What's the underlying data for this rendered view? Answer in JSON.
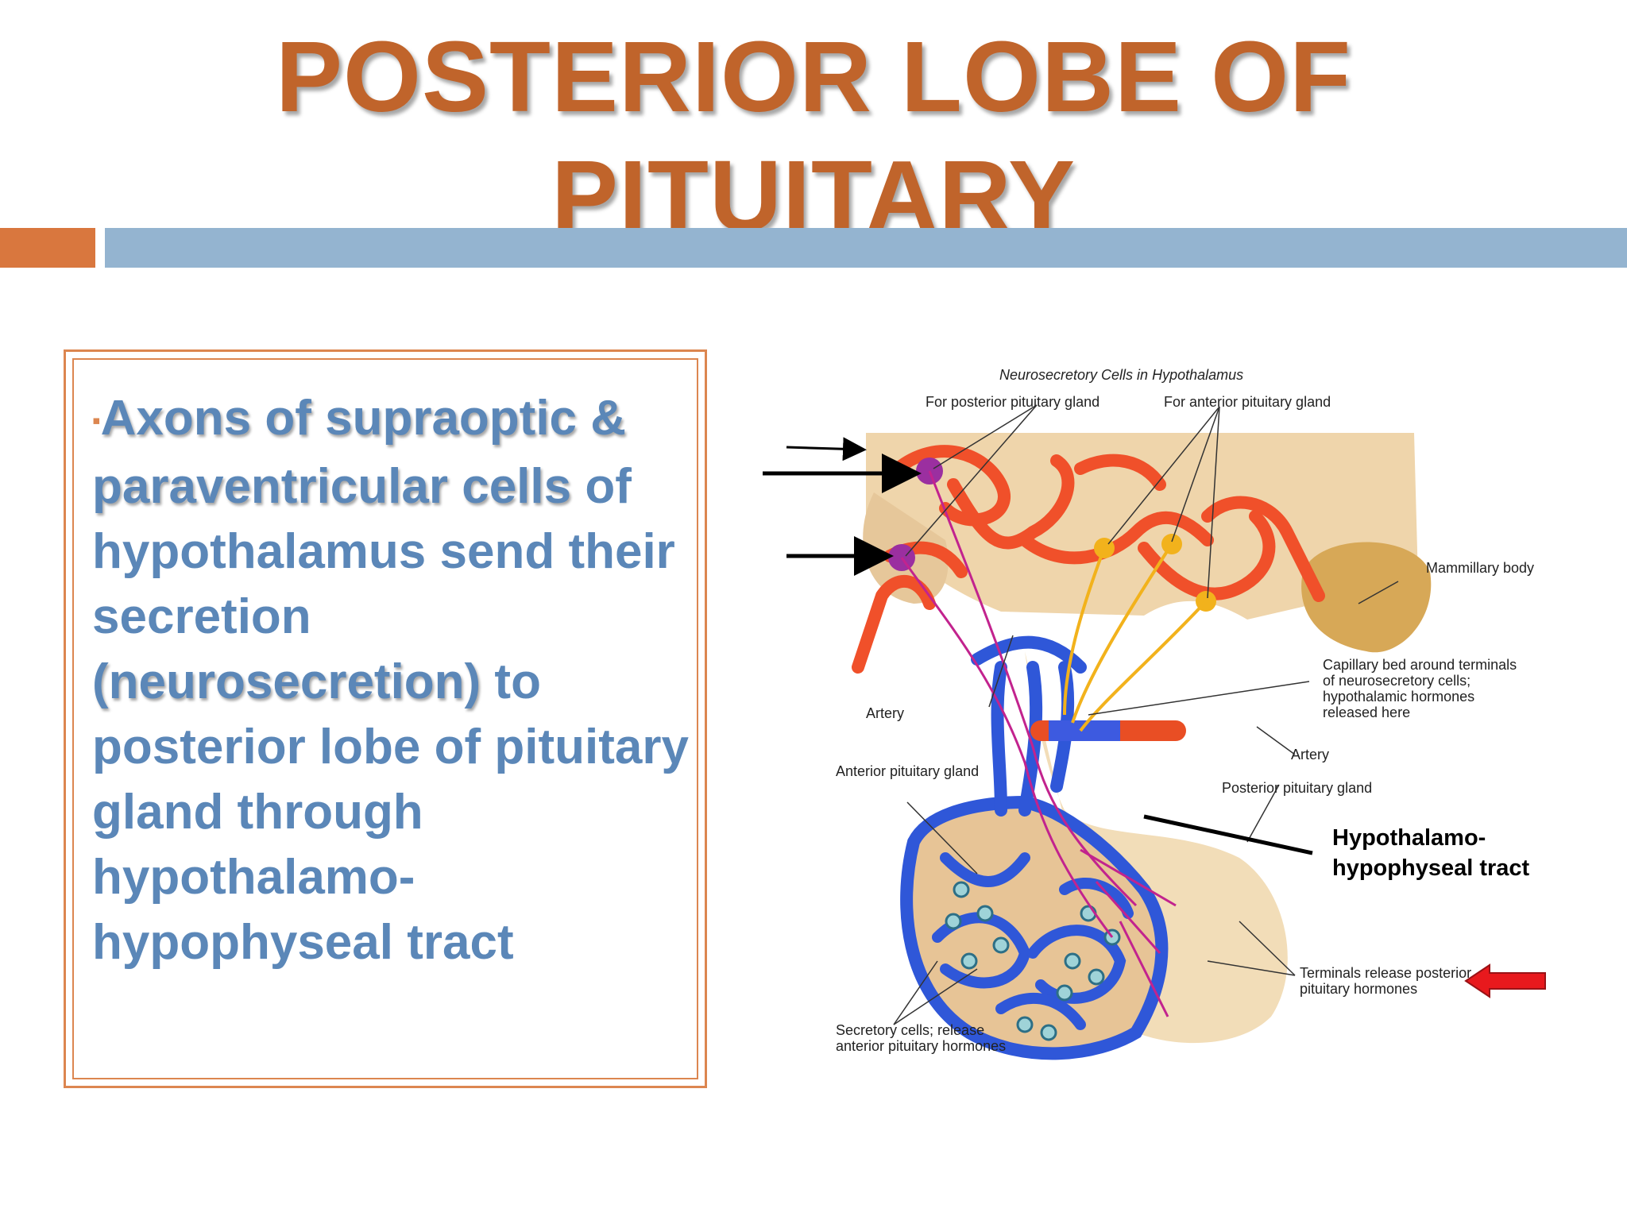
{
  "title": {
    "line1": "POSTERIOR LOBE OF",
    "line2": "PITUITARY"
  },
  "body": {
    "bullet": "▪",
    "emph1": "Axons of supraoptic & paraventricular cells",
    "text1": " of hypothalamus send their secretion ",
    "emph2": "(neurosecretion)",
    "text2": " to posterior lobe of pituitary gland through hypothalamo-hypophyseal tract"
  },
  "diagram": {
    "heading": "Neurosecretory Cells in Hypothalamus",
    "for_posterior": "For posterior pituitary gland",
    "for_anterior": "For anterior pituitary gland",
    "mammillary": "Mammillary body",
    "capillary_1": "Capillary bed around terminals",
    "capillary_2": "of neurosecretory cells;",
    "capillary_3": "hypothalamic hormones",
    "capillary_4": "released here",
    "artery_left": "Artery",
    "artery_right": "Artery",
    "anterior_gland": "Anterior pituitary gland",
    "posterior_gland": "Posterior pituitary gland",
    "tract_1": "Hypothalamo-",
    "tract_2": "hypophyseal tract",
    "terminals_1": "Terminals release posterior",
    "terminals_2": "pituitary hormones",
    "secretory_1": "Secretory cells; release",
    "secretory_2": "anterior pituitary hormones"
  }
}
